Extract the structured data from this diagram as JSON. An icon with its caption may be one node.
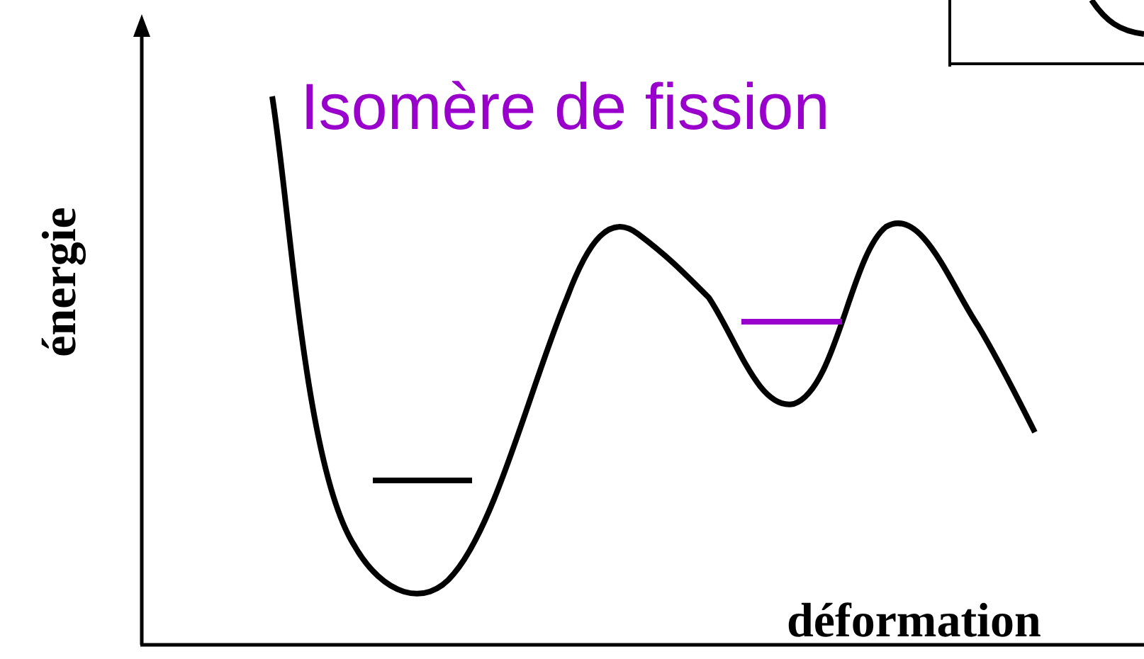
{
  "diagram": {
    "labels": [
      "Isomère de fission",
      "énergie",
      "déformation"
    ]
  }
}
